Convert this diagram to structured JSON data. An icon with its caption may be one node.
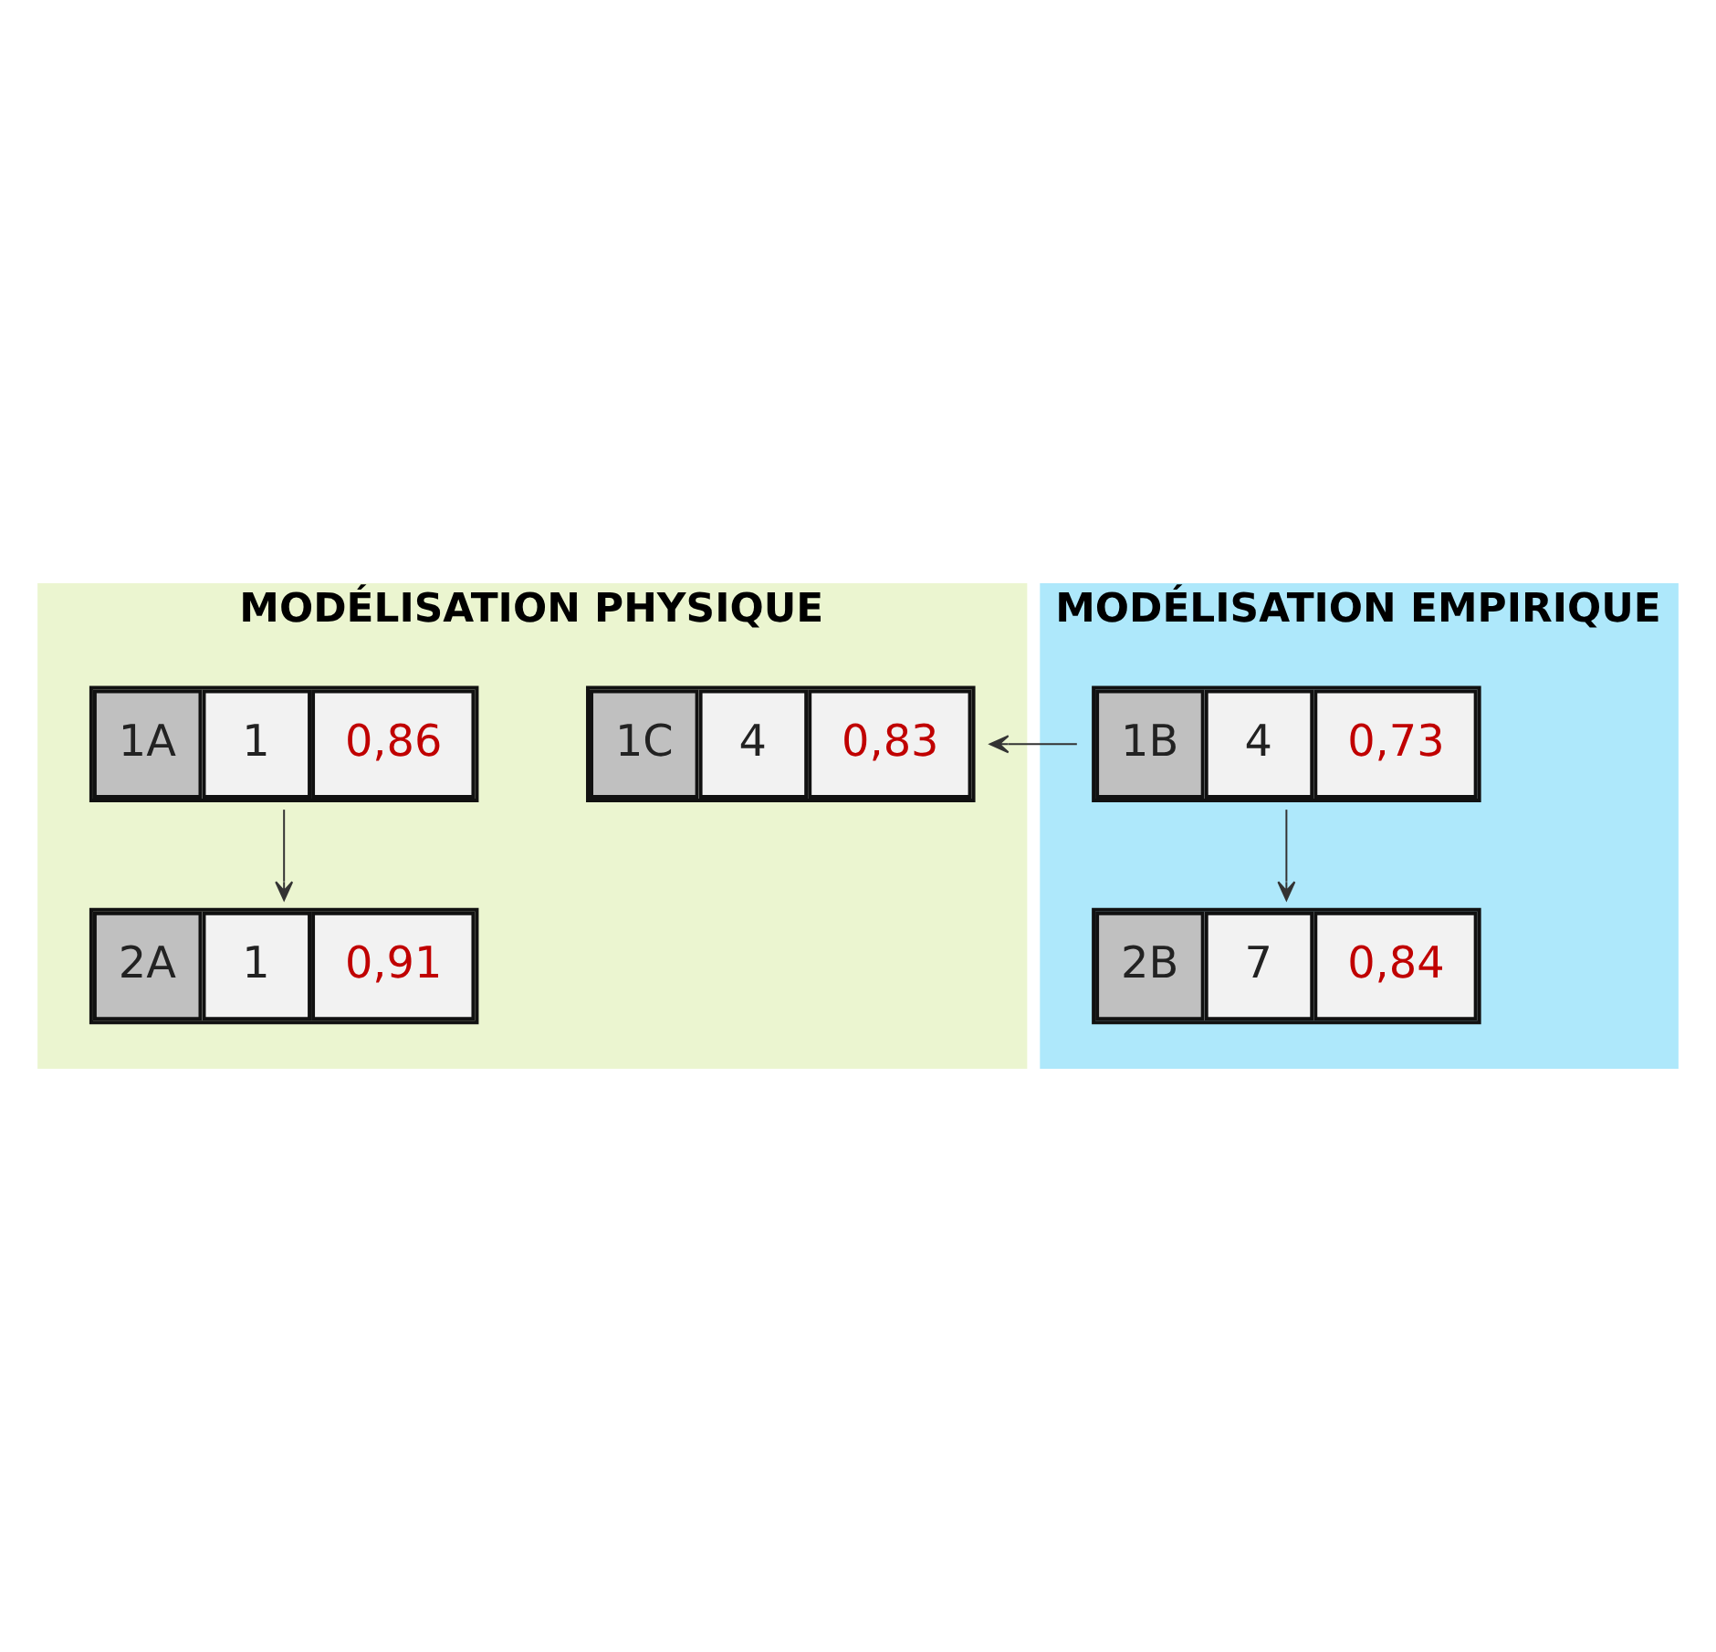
{
  "diagram": {
    "nodes": [
      {
        "text": [
          "MODÉLISATION PHYSIQUE"
        ]
      },
      {
        "text": [
          "MODÉLISATION EMPIRIQUE"
        ]
      },
      {
        "text": [
          "1C",
          "4",
          "0,83"
        ],
        "in": 0
      },
      {
        "text": [
          "1B",
          "4",
          "0,73"
        ],
        "in": 1
      },
      {
        "text": [
          "1A",
          "1",
          "0,86"
        ],
        "in": 0
      },
      {
        "text": [
          "2B",
          "7",
          "0,84"
        ],
        "in": 1
      },
      {
        "text": [
          "2A",
          "1",
          "0,91"
        ],
        "in": 0
      }
    ],
    "edges": [
      {
        "from": 3,
        "to": 2,
        "arrow": "to"
      },
      {
        "from": 3,
        "to": 5,
        "arrow": "to"
      },
      {
        "from": 4,
        "to": 6,
        "arrow": "to"
      }
    ]
  }
}
